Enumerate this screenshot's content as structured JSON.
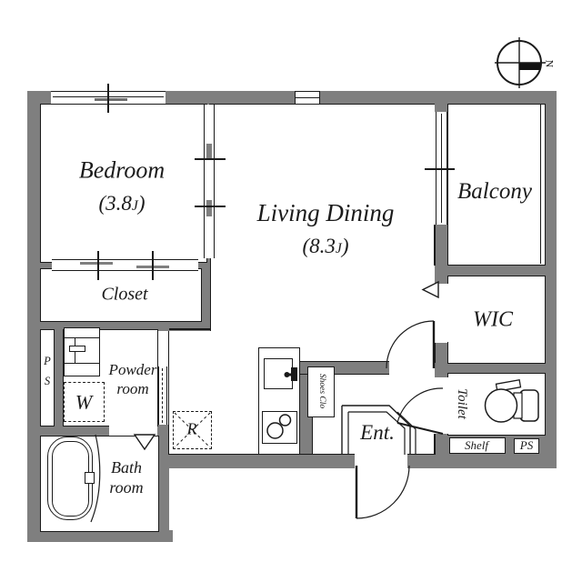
{
  "colors": {
    "wall": "#7f7f7f",
    "line": "#1a1a1a",
    "background": "#ffffff",
    "text": "#1b1b1b"
  },
  "compass": {
    "north_label": "N"
  },
  "rooms": {
    "bedroom": {
      "name": "Bedroom",
      "area_pre": "(3.8",
      "area_unit": "J",
      "area_post": ")"
    },
    "living_dining": {
      "name": "Living Dining",
      "area_pre": "(8.3",
      "area_unit": "J",
      "area_post": ")"
    },
    "balcony": {
      "name": "Balcony"
    },
    "closet": {
      "name": "Closet"
    },
    "wic": {
      "name": "WIC"
    },
    "powder_room": {
      "line1": "Powder",
      "line2": "room"
    },
    "bath_room": {
      "line1": "Bath",
      "line2": "room"
    },
    "toilet": {
      "name": "Toilet"
    },
    "entrance": {
      "name": "Ent."
    }
  },
  "labels": {
    "washer": "W",
    "refrigerator": "R",
    "pipe_space_left_line1": "P",
    "pipe_space_left_line2": "S",
    "shoes_closet": "Shoes Clo",
    "shelf": "Shelf",
    "pipe_space_right": "PS"
  },
  "icons": [
    "compass-icon",
    "bathtub-icon",
    "toilet-icon",
    "kitchen-sink-icon",
    "stove-icon",
    "washbasin-icon",
    "door-swing-icon",
    "window-icon"
  ]
}
